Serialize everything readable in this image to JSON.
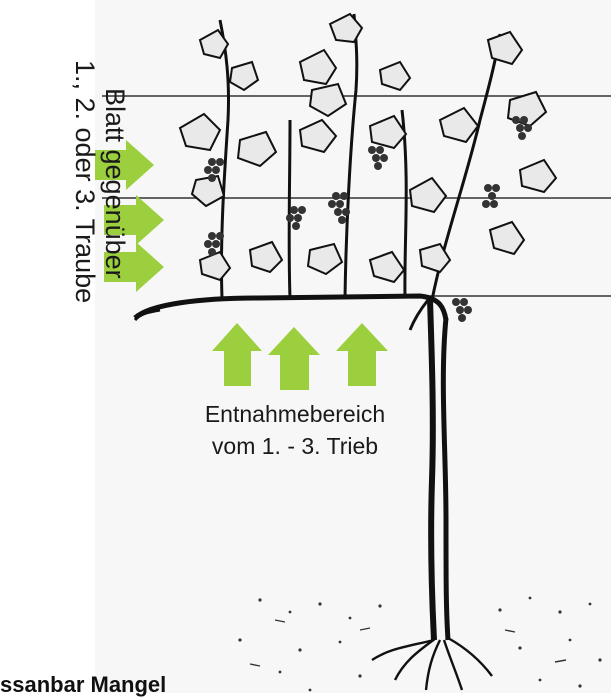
{
  "labels": {
    "leaf_line1": "Blatt gegenüber",
    "leaf_line2": "1., 2. oder 3. Traube",
    "area_line1": "Entnahmebereich",
    "area_line2": "vom 1. - 3. Trieb",
    "bottom_text": "ssanbar Mangel"
  },
  "colors": {
    "arrow": "#9ccf3e",
    "ink": "#1a1a1a",
    "wire": "#333333"
  },
  "icons": {
    "arrow_right": "arrow-right-icon",
    "arrow_up": "arrow-up-icon"
  }
}
